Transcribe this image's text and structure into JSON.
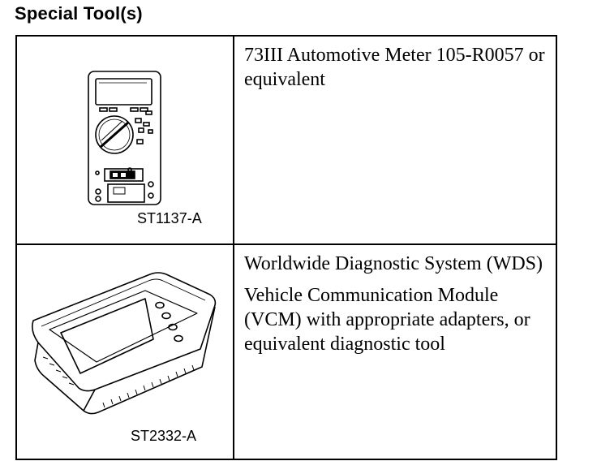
{
  "heading": "Special Tool(s)",
  "tools": [
    {
      "code": "ST1137-A",
      "description": [
        "73III Automotive Meter 105-R0057 or equivalent"
      ],
      "illustration": "multimeter-icon"
    },
    {
      "code": "ST2332-A",
      "description": [
        "Worldwide Diagnostic System (WDS)",
        "Vehicle Communication Module (VCM) with appropriate adapters, or equivalent diagnostic tool"
      ],
      "illustration": "diagnostic-tool-icon"
    }
  ]
}
